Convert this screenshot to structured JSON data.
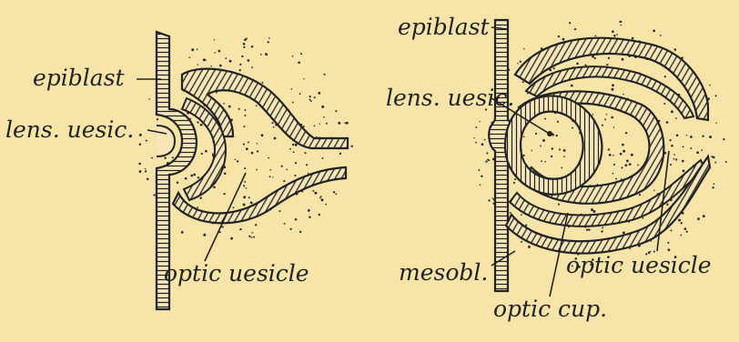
{
  "figure": {
    "left_labels": {
      "epiblast": "epiblast",
      "lens_vesicle": "lens. uesic.",
      "optic_vesicle": "optic uesicle"
    },
    "right_labels": {
      "epiblast": "epiblast",
      "lens_vesicle": "lens. uesic.",
      "mesoblast": "mesobl.",
      "optic_vesicle": "optic uesicle",
      "optic_cup": "optic cup."
    }
  }
}
